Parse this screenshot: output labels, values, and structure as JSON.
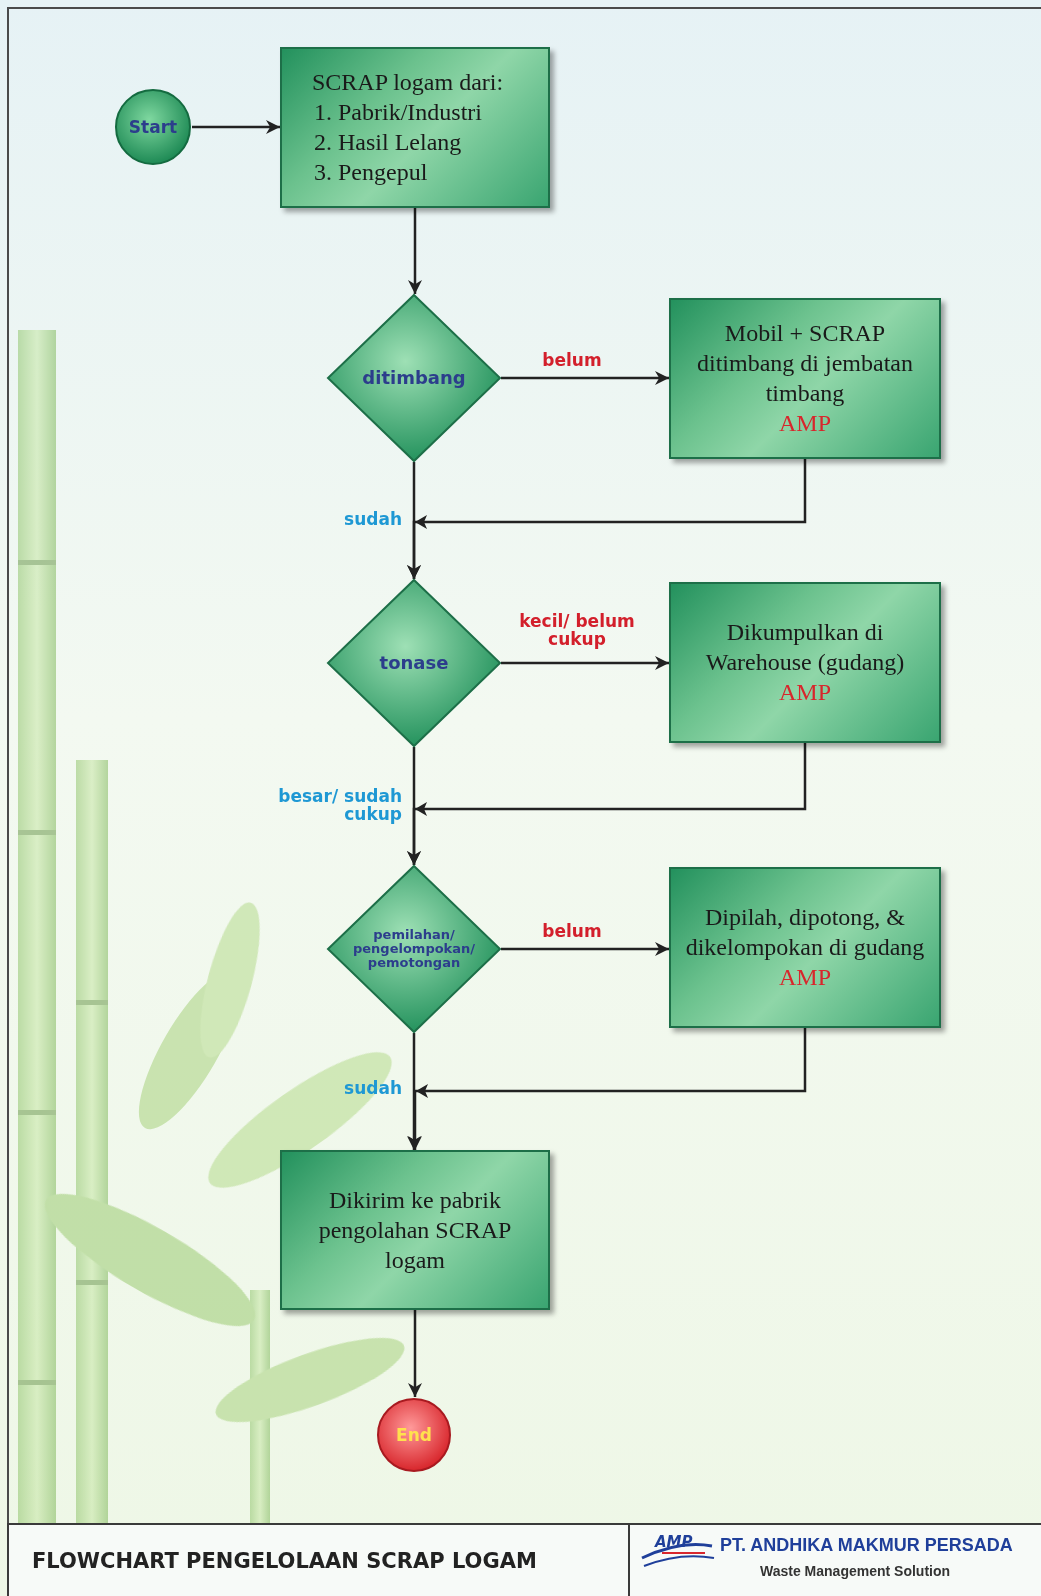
{
  "diagram": {
    "title": "FLOWCHART PENGELOLAAN SCRAP LOGAM",
    "nodes": [
      {
        "text": [
          "Start"
        ]
      },
      {
        "text": [
          "SCRAP logam dari:",
          "1. Pabrik/Industri",
          "2. Hasil Lelang",
          "3. Pengepul"
        ]
      },
      {
        "text": [
          "ditimbang"
        ]
      },
      {
        "text": [
          "Mobil + SCRAP ditimbang di jembatan timbang",
          "AMP"
        ]
      },
      {
        "text": [
          "tonase"
        ]
      },
      {
        "text": [
          "Dikumpulkan di Warehouse (gudang)",
          "AMP"
        ]
      },
      {
        "text": [
          "pemilahan/ pengelompokan/ pemotongan"
        ]
      },
      {
        "text": [
          "Dipilah, dipotong, & dikelompokan di gudang",
          "AMP"
        ]
      },
      {
        "text": [
          "Dikirim ke pabrik pengolahan SCRAP logam"
        ]
      },
      {
        "text": [
          "End"
        ]
      }
    ],
    "edges": [
      {
        "from": 0,
        "to": 1,
        "arrow": "to"
      },
      {
        "from": 1,
        "to": 2,
        "arrow": "to"
      },
      {
        "from": 2,
        "to": 3,
        "label": "belum",
        "arrow": "to"
      },
      {
        "from": 3,
        "to": 4,
        "arrow": "to"
      },
      {
        "from": 2,
        "to": 4,
        "label": "sudah",
        "arrow": "to"
      },
      {
        "from": 4,
        "to": 5,
        "label": "kecil/ belum cukup",
        "arrow": "to"
      },
      {
        "from": 5,
        "to": 6,
        "arrow": "to"
      },
      {
        "from": 4,
        "to": 6,
        "label": "besar/ sudah cukup",
        "arrow": "to"
      },
      {
        "from": 6,
        "to": 7,
        "label": "belum",
        "arrow": "to"
      },
      {
        "from": 7,
        "to": 8,
        "arrow": "to"
      },
      {
        "from": 6,
        "to": 8,
        "label": "sudah",
        "arrow": "to"
      },
      {
        "from": 8,
        "to": 9,
        "arrow": "to"
      }
    ],
    "labels": [
      "AMP",
      "PT. ANDHIKA MAKMUR PERSADA",
      "Waste Management Solution"
    ]
  }
}
